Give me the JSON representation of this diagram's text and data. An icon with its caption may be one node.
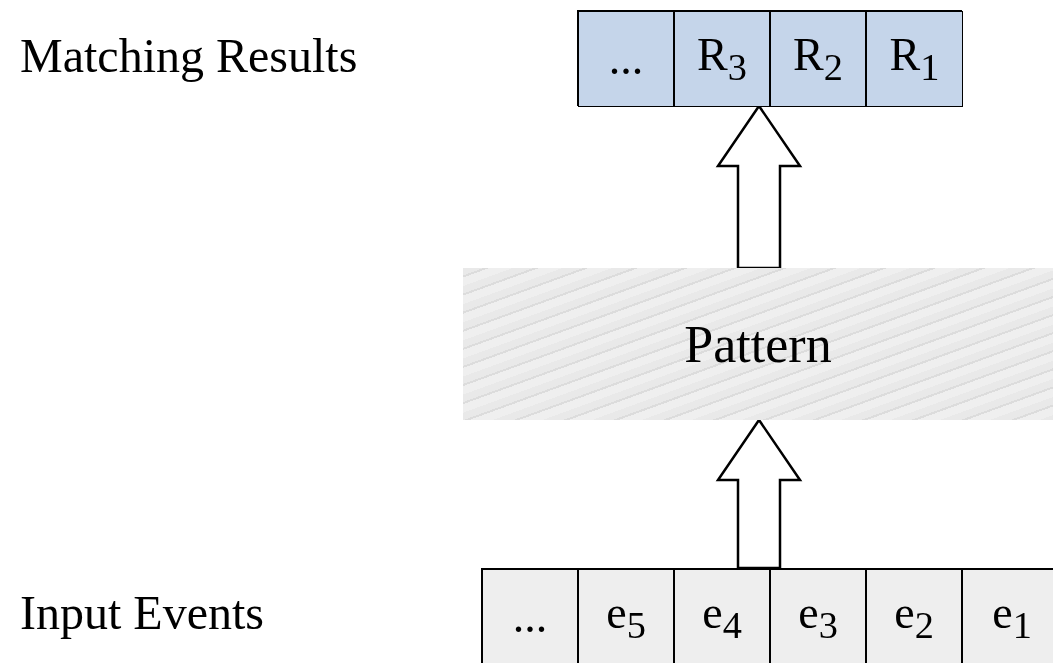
{
  "diagram": {
    "nodes": [
      {
        "text": [],
        "shape": "bar"
      },
      {
        "text": [
          "..."
        ],
        "in": 0
      },
      {
        "text": [
          "R$_{3}$"
        ],
        "in": 0
      },
      {
        "text": [
          "R$_{2}$"
        ],
        "in": 0
      },
      {
        "text": [
          "R$_{1}$"
        ],
        "in": 0
      },
      {
        "text": [
          "Pattern"
        ]
      },
      {
        "text": [],
        "shape": "bar"
      },
      {
        "text": [
          "..."
        ],
        "in": 6
      },
      {
        "text": [
          "e$_{5}$"
        ],
        "in": 6
      },
      {
        "text": [
          "e$_{4}$"
        ],
        "in": 6
      },
      {
        "text": [
          "e$_{3}$"
        ],
        "in": 6
      },
      {
        "text": [
          "e$_{2}$"
        ],
        "in": 6
      },
      {
        "text": [
          "e$_{1}$"
        ],
        "in": 6
      }
    ],
    "edges": [
      {
        "from": 6,
        "to": 5,
        "arrow": "to",
        "style": "thick"
      },
      {
        "from": 5,
        "to": 0,
        "arrow": "to",
        "style": "thick"
      }
    ],
    "labels": [
      "Matching Results",
      "Input Events"
    ]
  }
}
